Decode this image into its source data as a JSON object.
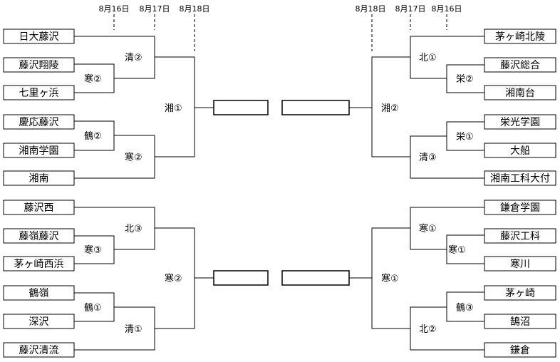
{
  "dates": {
    "left": [
      "8月16日",
      "8月17日",
      "8月18日"
    ],
    "right": [
      "8月18日",
      "8月17日",
      "8月16日"
    ]
  },
  "left_teams": [
    "日大藤沢",
    "藤沢翔陵",
    "七里ヶ浜",
    "慶応藤沢",
    "湘南学園",
    "湘南",
    "藤沢西",
    "藤嶺藤沢",
    "茅ヶ崎西浜",
    "鶴嶺",
    "深沢",
    "藤沢清流"
  ],
  "right_teams": [
    "茅ヶ崎北陵",
    "藤沢総合",
    "湘南台",
    "栄光学園",
    "大船",
    "湘南工科大付",
    "鎌倉学園",
    "藤沢工科",
    "寒川",
    "茅ヶ崎",
    "鵠沼",
    "鎌倉"
  ],
  "venues": {
    "left_top_r1": "寒②",
    "left_top_r2_a": "清②",
    "left_top_r1_b": "鶴②",
    "left_top_r2_b": "寒②",
    "left_top_semi": "湘①",
    "left_bot_r2_a": "北③",
    "left_bot_r1_a": "寒③",
    "left_bot_r1_b": "鶴①",
    "left_bot_r2_b": "清①",
    "left_bot_semi": "寒②",
    "right_top_r2_a": "北①",
    "right_top_r1_a": "栄②",
    "right_top_r1_b": "栄①",
    "right_top_r2_b": "清③",
    "right_top_semi": "湘②",
    "right_bot_r2_a": "寒①",
    "right_bot_r1_a": "寒①",
    "right_bot_r1_b": "鶴③",
    "right_bot_r2_b": "北②",
    "right_bot_semi": "寒①"
  }
}
